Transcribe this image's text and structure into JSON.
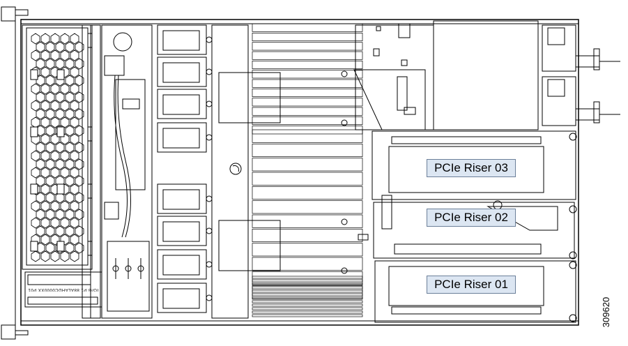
{
  "labels": {
    "riser_03": "PCIe Riser 03",
    "riser_02": "PCIe Riser 02",
    "riser_01": "PCIe Riser 01"
  },
  "figure_id": "309620",
  "board_text": "IO/G P1 88ALAHDC0000XX P01",
  "colors": {
    "line": "#000000",
    "label_fill": "#dce6f2",
    "label_border": "#6b7f99"
  }
}
